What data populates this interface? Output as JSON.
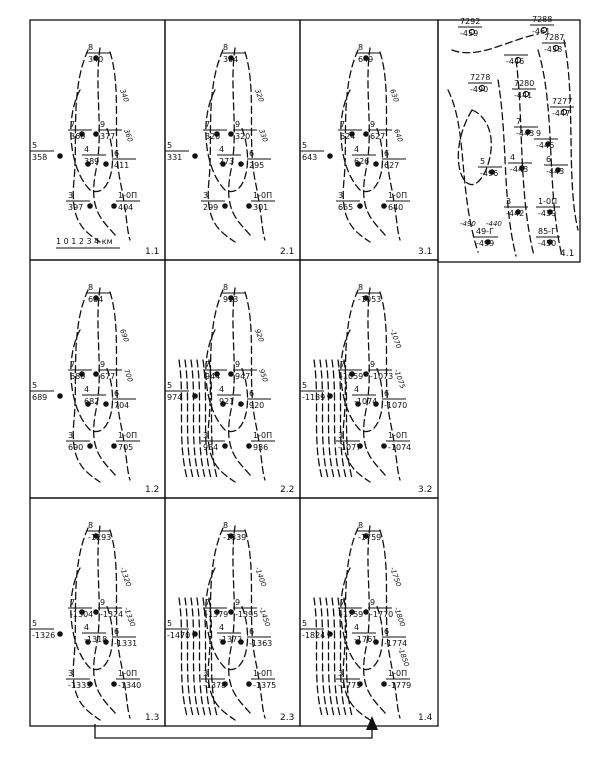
{
  "panels": [
    {
      "id": "1.1",
      "label": "1.1",
      "wells": [
        {
          "n": "8",
          "v": "340"
        },
        {
          "n": "7",
          "v": "360"
        },
        {
          "n": "9",
          "v": "377"
        },
        {
          "n": "5",
          "v": "358"
        },
        {
          "n": "4",
          "v": "389"
        },
        {
          "n": "6",
          "v": "411"
        },
        {
          "n": "3",
          "v": "397"
        },
        {
          "n": "1-0П",
          "v": "404"
        }
      ],
      "contours": [
        "340",
        "360"
      ],
      "scale": {
        "text": "1 0 1 2 3 4 км"
      }
    },
    {
      "id": "2.1",
      "label": "2.1",
      "wells": [
        {
          "n": "8",
          "v": "304"
        },
        {
          "n": "7",
          "v": "320"
        },
        {
          "n": "9",
          "v": "320"
        },
        {
          "n": "5",
          "v": "331"
        },
        {
          "n": "4",
          "v": "273"
        },
        {
          "n": "6",
          "v": "295"
        },
        {
          "n": "3",
          "v": "299"
        },
        {
          "n": "1-0П",
          "v": "301"
        }
      ],
      "contours": [
        "320",
        "330"
      ]
    },
    {
      "id": "3.1",
      "label": "3.1",
      "wells": [
        {
          "n": "8",
          "v": "649"
        },
        {
          "n": "7",
          "v": "624"
        },
        {
          "n": "9",
          "v": "627"
        },
        {
          "n": "5",
          "v": "643"
        },
        {
          "n": "4",
          "v": "626"
        },
        {
          "n": "6",
          "v": "627"
        },
        {
          "n": "3",
          "v": "655"
        },
        {
          "n": "1-0П",
          "v": "640"
        }
      ],
      "contours": [
        "630",
        "640"
      ]
    },
    {
      "id": "4.1",
      "label": "4.1",
      "wells": [
        {
          "n": "7292",
          "v": "-459"
        },
        {
          "n": "7288",
          "v": "-461"
        },
        {
          "n": "7287",
          "v": "-438"
        },
        {
          "n": "",
          "v": "-446"
        },
        {
          "n": "7278",
          "v": "-490"
        },
        {
          "n": "7280",
          "v": "-441"
        },
        {
          "n": "7277",
          "v": "-447"
        },
        {
          "n": "7",
          "v": "-443"
        },
        {
          "n": "9",
          "v": "-446"
        },
        {
          "n": "5",
          "v": "-496"
        },
        {
          "n": "4",
          "v": "-443"
        },
        {
          "n": "6",
          "v": "-443"
        },
        {
          "n": "3",
          "v": "-442"
        },
        {
          "n": "1-0П",
          "v": "-439"
        },
        {
          "n": "49-Г",
          "v": "-499"
        },
        {
          "n": "85-Г",
          "v": "-450"
        }
      ],
      "contours": [
        "-490",
        "-440"
      ]
    },
    {
      "id": "1.2",
      "label": "1.2",
      "wells": [
        {
          "n": "8",
          "v": "684"
        },
        {
          "n": "7",
          "v": "680"
        },
        {
          "n": "9",
          "v": "677"
        },
        {
          "n": "5",
          "v": "689"
        },
        {
          "n": "4",
          "v": "682"
        },
        {
          "n": "6",
          "v": "704"
        },
        {
          "n": "3",
          "v": "690"
        },
        {
          "n": "1-0П",
          "v": "705"
        }
      ],
      "contours": [
        "690",
        "700"
      ]
    },
    {
      "id": "2.2",
      "label": "2.2",
      "wells": [
        {
          "n": "8",
          "v": "913"
        },
        {
          "n": "7",
          "v": "944"
        },
        {
          "n": "9",
          "v": "947"
        },
        {
          "n": "5",
          "v": "974"
        },
        {
          "n": "4",
          "v": "921"
        },
        {
          "n": "6",
          "v": "920"
        },
        {
          "n": "3",
          "v": "934"
        },
        {
          "n": "1-0П",
          "v": "936"
        }
      ],
      "contours": [
        "920",
        "950"
      ]
    },
    {
      "id": "3.2",
      "label": "3.2",
      "wells": [
        {
          "n": "8",
          "v": "-1053"
        },
        {
          "n": "7",
          "v": "-1059"
        },
        {
          "n": "9",
          "v": "-1073"
        },
        {
          "n": "5",
          "v": "-1139"
        },
        {
          "n": "4",
          "v": "-1074"
        },
        {
          "n": "6",
          "v": "-1070"
        },
        {
          "n": "3",
          "v": "-1077"
        },
        {
          "n": "1-0П",
          "v": "-1074"
        }
      ],
      "contours": [
        "-1070",
        "-1075"
      ]
    },
    {
      "id": "1.3",
      "label": "1.3",
      "wells": [
        {
          "n": "8",
          "v": "-1293"
        },
        {
          "n": "7",
          "v": "-1304"
        },
        {
          "n": "9",
          "v": "-1324"
        },
        {
          "n": "5",
          "v": "-1326"
        },
        {
          "n": "4",
          "v": "-1318"
        },
        {
          "n": "6",
          "v": "-1331"
        },
        {
          "n": "3",
          "v": "-1333"
        },
        {
          "n": "1-0П",
          "v": "-1340"
        }
      ],
      "contours": [
        "-1320",
        "-1330"
      ]
    },
    {
      "id": "2.3",
      "label": "2.3",
      "wells": [
        {
          "n": "8",
          "v": "-1339"
        },
        {
          "n": "7",
          "v": "-1379"
        },
        {
          "n": "9",
          "v": "-1395"
        },
        {
          "n": "5",
          "v": "-1470"
        },
        {
          "n": "4",
          "v": "-1372"
        },
        {
          "n": "6",
          "v": "-1363"
        },
        {
          "n": "3",
          "v": "-1378"
        },
        {
          "n": "1-0П",
          "v": "-1375"
        }
      ],
      "contours": [
        "-1400",
        "-1450"
      ]
    },
    {
      "id": "1.4",
      "label": "1.4",
      "wells": [
        {
          "n": "8",
          "v": "-1759"
        },
        {
          "n": "7",
          "v": "-1759"
        },
        {
          "n": "9",
          "v": "-1770"
        },
        {
          "n": "5",
          "v": "-1824"
        },
        {
          "n": "4",
          "v": "-1761"
        },
        {
          "n": "6",
          "v": "-1774"
        },
        {
          "n": "3",
          "v": "-1773"
        },
        {
          "n": "1-0П",
          "v": "-1779"
        }
      ],
      "contours": [
        "-1750",
        "-1800",
        "-1850"
      ]
    }
  ]
}
